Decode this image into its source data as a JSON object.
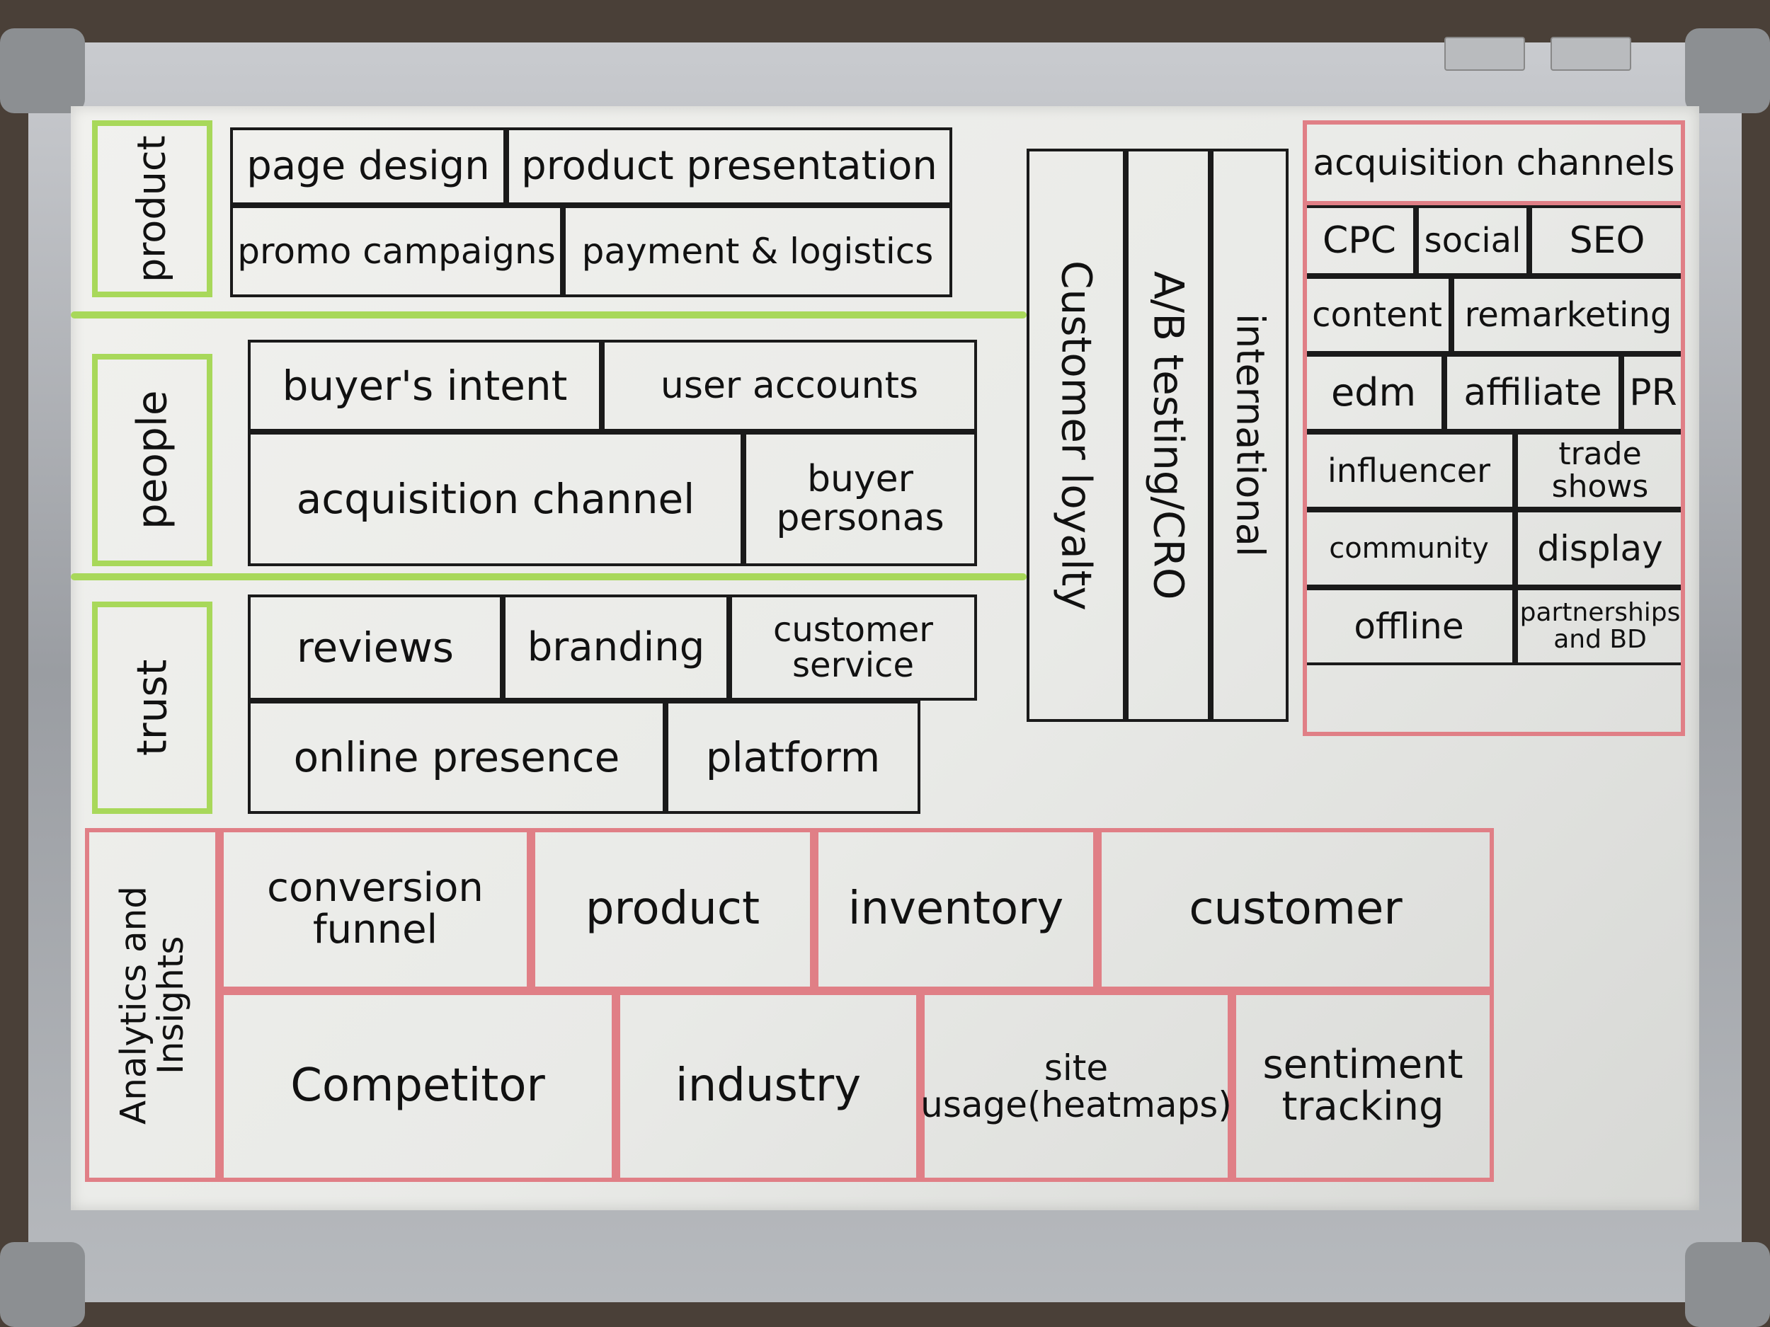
{
  "whiteboard": {
    "product_group": {
      "label": "product",
      "items": [
        "page design",
        "product presentation",
        "promo campaigns",
        "payment & logistics"
      ]
    },
    "people_group": {
      "label": "people",
      "items": [
        "buyer's intent",
        "user accounts",
        "acquisition channel",
        "buyer personas"
      ]
    },
    "trust_group": {
      "label": "trust",
      "items": [
        "reviews",
        "branding",
        "customer service",
        "online presence",
        "platform"
      ]
    },
    "vertical_columns": [
      "Customer loyalty",
      "A/B testing/CRO",
      "international"
    ],
    "acquisition": {
      "title": "acquisition channels",
      "items": [
        "CPC",
        "social",
        "SEO",
        "content",
        "remarketing",
        "edm",
        "affiliate",
        "PR",
        "influencer",
        "trade shows",
        "community",
        "display",
        "offline",
        "partnerships and BD"
      ]
    },
    "analytics": {
      "label": "Analytics and Insights",
      "items": [
        "conversion funnel",
        "product",
        "inventory",
        "customer",
        "Competitor",
        "industry",
        "site usage(heatmaps)",
        "sentiment tracking"
      ]
    }
  },
  "colors": {
    "green_marker": "#a8d85a",
    "red_marker": "#e07f86",
    "black_marker": "#1a1a1a"
  }
}
